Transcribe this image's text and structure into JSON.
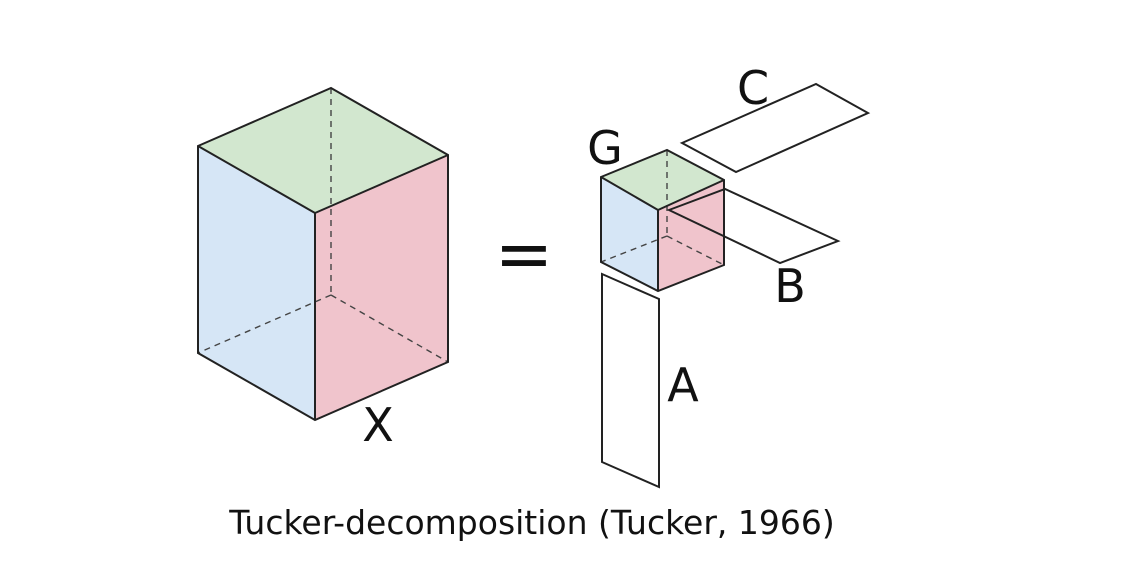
{
  "diagram": {
    "tensor_label": "X",
    "equals_sign": "=",
    "core_label": "G",
    "factor_a_label": "A",
    "factor_b_label": "B",
    "factor_c_label": "C",
    "caption": "Tucker-decomposition (Tucker, 1966)"
  },
  "colors": {
    "top_face": "#d2e7cf",
    "left_face": "#d6e6f6",
    "right_face": "#f0c4cc",
    "factor_a": "#a9b6d9",
    "factor_b": "#b98c8a",
    "factor_c": "#8fc3b2",
    "edge": "#222222"
  }
}
